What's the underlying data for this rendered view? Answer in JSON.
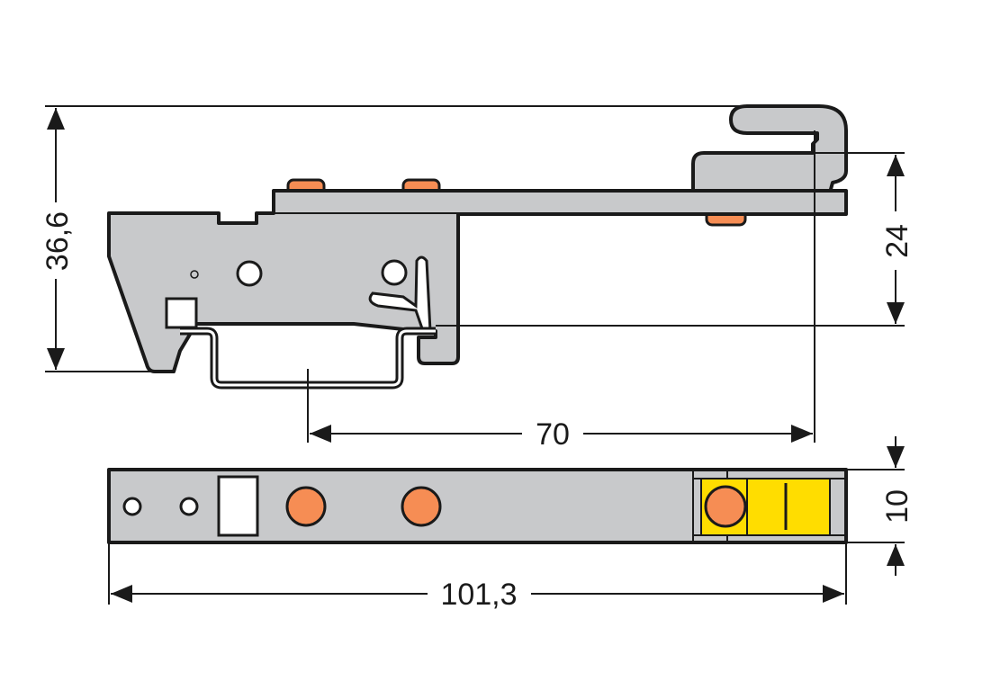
{
  "dimensions": {
    "overall_height": "36,6",
    "rail_height": "24",
    "rail_offset": "70",
    "width": "10",
    "length": "101,3"
  },
  "colors": {
    "body": "#c8c9cb",
    "marker": "#f68d54",
    "jumper": "#ffdd00",
    "outline": "#1a1a1a"
  }
}
